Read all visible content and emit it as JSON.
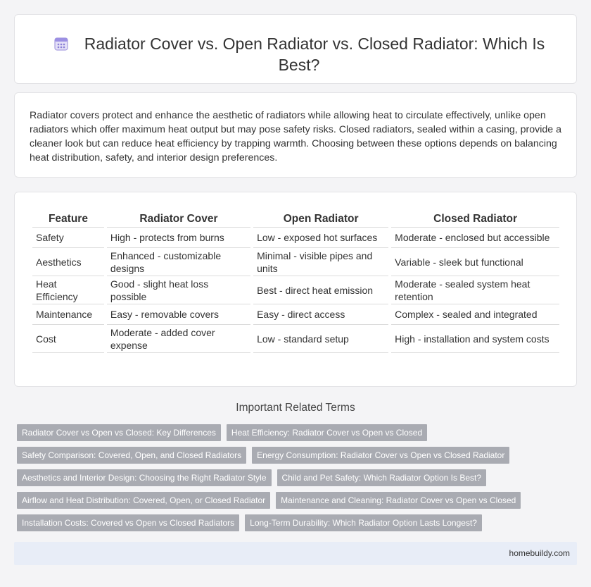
{
  "header": {
    "title": "Radiator Cover vs. Open Radiator vs. Closed Radiator: Which Is Best?",
    "icon": "calendar-icon",
    "icon_color": "#8a7fd6"
  },
  "intro": {
    "text": "Radiator covers protect and enhance the aesthetic of radiators while allowing heat to circulate effectively, unlike open radiators which offer maximum heat output but may pose safety risks. Closed radiators, sealed within a casing, provide a cleaner look but can reduce heat efficiency by trapping warmth. Choosing between these options depends on balancing heat distribution, safety, and interior design preferences."
  },
  "table": {
    "headers": [
      "Feature",
      "Radiator Cover",
      "Open Radiator",
      "Closed Radiator"
    ],
    "rows": [
      [
        "Safety",
        "High - protects from burns",
        "Low - exposed hot surfaces",
        "Moderate - enclosed but accessible"
      ],
      [
        "Aesthetics",
        "Enhanced - customizable designs",
        "Minimal - visible pipes and units",
        "Variable - sleek but functional"
      ],
      [
        "Heat Efficiency",
        "Good - slight heat loss possible",
        "Best - direct heat emission",
        "Moderate - sealed system heat retention"
      ],
      [
        "Maintenance",
        "Easy - removable covers",
        "Easy - direct access",
        "Complex - sealed and integrated"
      ],
      [
        "Cost",
        "Moderate - added cover expense",
        "Low - standard setup",
        "High - installation and system costs"
      ]
    ]
  },
  "related": {
    "title": "Important Related Terms",
    "tags": [
      "Radiator Cover vs Open vs Closed: Key Differences",
      "Heat Efficiency: Radiator Cover vs Open vs Closed",
      "Safety Comparison: Covered, Open, and Closed Radiators",
      "Energy Consumption: Radiator Cover vs Open vs Closed Radiator",
      "Aesthetics and Interior Design: Choosing the Right Radiator Style",
      "Child and Pet Safety: Which Radiator Option Is Best?",
      "Airflow and Heat Distribution: Covered, Open, or Closed Radiator",
      "Maintenance and Cleaning: Radiator Cover vs Open vs Closed",
      "Installation Costs: Covered vs Open vs Closed Radiators",
      "Long-Term Durability: Which Radiator Option Lasts Longest?"
    ]
  },
  "footer": {
    "site": "homebuildy.com"
  }
}
